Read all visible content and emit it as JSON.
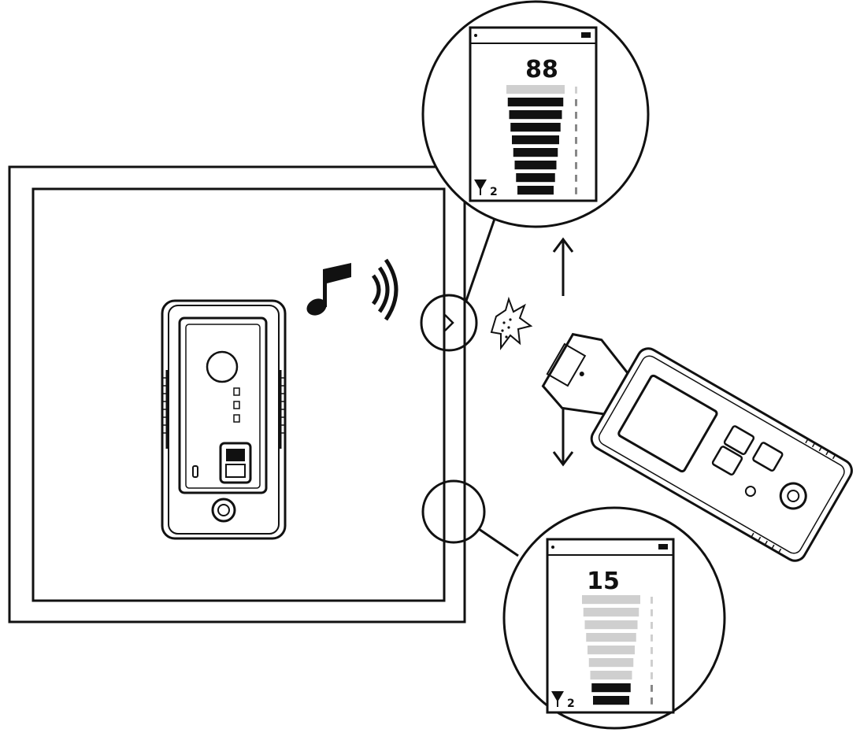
{
  "diagram": {
    "zoom_top": {
      "reading": "88",
      "filter_label": "2",
      "signal_bars_active": 8,
      "signal_bars_total": 9
    },
    "zoom_bottom": {
      "reading": "15",
      "filter_label": "2",
      "signal_bars_active": 2,
      "signal_bars_total": 9
    },
    "colors": {
      "line": "#111111",
      "bar_active": "#111111",
      "bar_inactive": "#cfcfcf"
    }
  }
}
